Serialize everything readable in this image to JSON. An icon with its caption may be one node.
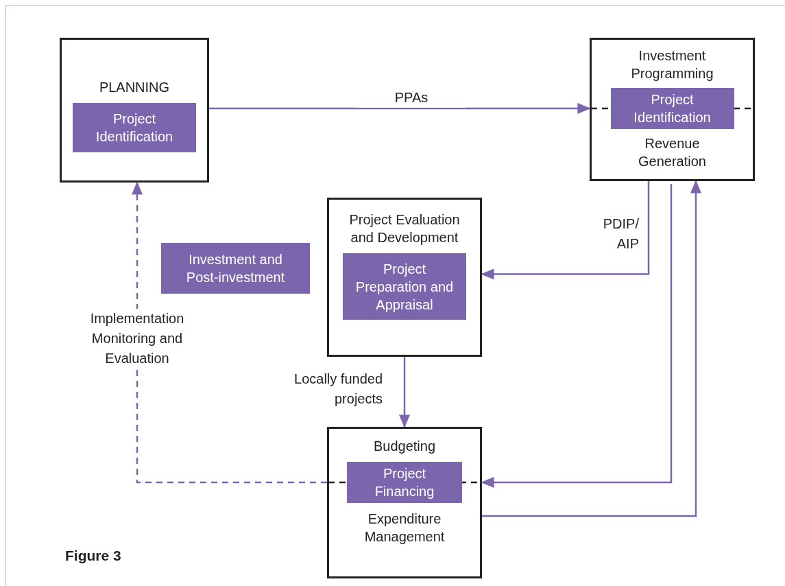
{
  "diagram": {
    "caption": "Figure 3",
    "nodes": [
      {
        "text": [
          "PLANNING"
        ]
      },
      {
        "text": [
          "Project Identification"
        ],
        "in": 0
      },
      {
        "text": [
          "Investment Programming",
          "Revenue Generation"
        ]
      },
      {
        "text": [
          "Project Identification"
        ],
        "in": 2
      },
      {
        "text": [
          "Project Evaluation and Development"
        ]
      },
      {
        "text": [
          "Project Preparation and Appraisal"
        ],
        "in": 4
      },
      {
        "text": [
          "Budgeting",
          "Expenditure Management"
        ]
      },
      {
        "text": [
          "Project Financing"
        ],
        "in": 6
      },
      {
        "text": [
          "Investment and Post-investment"
        ]
      }
    ],
    "edges": [
      {
        "from": 0,
        "to": 2,
        "arrow": "to",
        "label": "PPAs"
      },
      {
        "from": 2,
        "to": 4,
        "arrow": "to",
        "label": "PDIP/ AIP"
      },
      {
        "from": 2,
        "to": 6,
        "arrow": "to"
      },
      {
        "from": 6,
        "to": 2,
        "arrow": "to"
      },
      {
        "from": 4,
        "to": 6,
        "arrow": "to",
        "label": "Locally funded projects"
      },
      {
        "from": 6,
        "to": 0,
        "arrow": "to",
        "style": "dashed",
        "label": "Implementation Monitoring and Evaluation"
      }
    ]
  }
}
